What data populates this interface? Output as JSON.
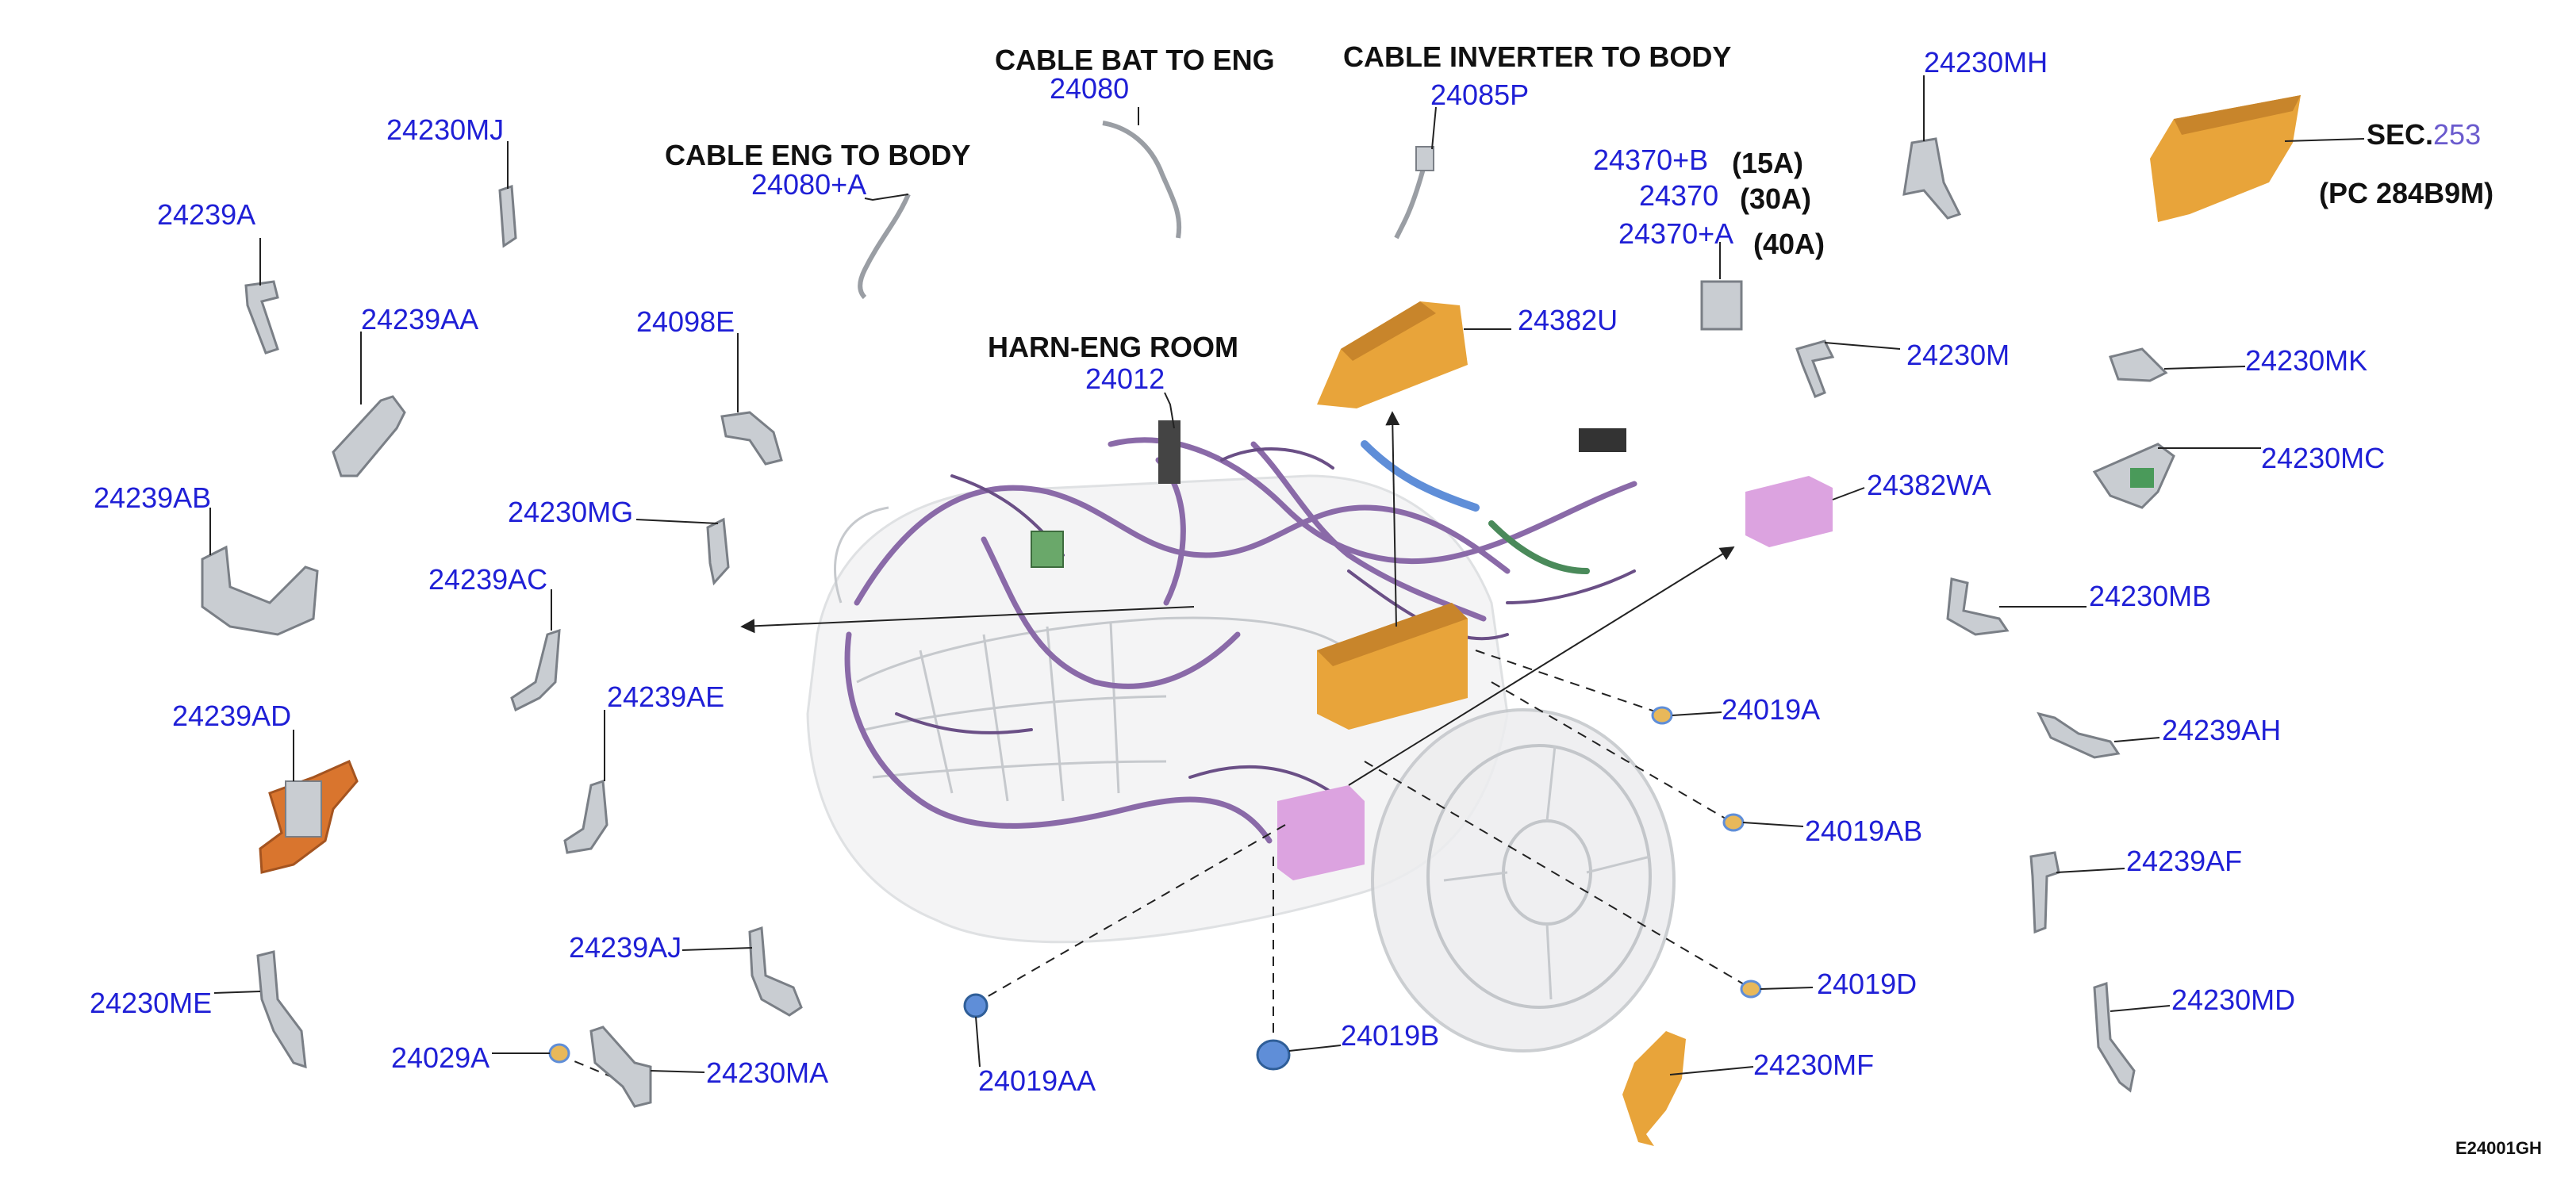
{
  "captions": {
    "cable_bat_to_eng": "CABLE BAT TO ENG",
    "cable_inverter_to_body": "CABLE INVERTER TO BODY",
    "cable_eng_to_body": "CABLE ENG TO BODY",
    "harn_eng_room": "HARN-ENG ROOM",
    "sec_prefix": "SEC.",
    "sec_number": "253",
    "pc_ref": "(PC 284B9M)",
    "fuse_15a": "(15A)",
    "fuse_30a": "(30A)",
    "fuse_40a": "(40A)",
    "diagram_code": "E24001GH"
  },
  "parts": {
    "p24080": "24080",
    "p24085P": "24085P",
    "p24080A": "24080+A",
    "p24012": "24012",
    "p24230MH": "24230MH",
    "p24370B": "24370+B",
    "p24370": "24370",
    "p24370A": "24370+A",
    "p24230MJ": "24230MJ",
    "p24239A": "24239A",
    "p24239AA": "24239AA",
    "p24098E": "24098E",
    "p24382U": "24382U",
    "p24230M": "24230M",
    "p24230MK": "24230MK",
    "p24230MC": "24230MC",
    "p24239AB": "24239AB",
    "p24230MG": "24230MG",
    "p24382WA": "24382WA",
    "p24239AC": "24239AC",
    "p24230MB": "24230MB",
    "p24239AD": "24239AD",
    "p24239AE": "24239AE",
    "p24019A": "24019A",
    "p24239AH": "24239AH",
    "p24019AB": "24019AB",
    "p24239AF": "24239AF",
    "p24239AJ": "24239AJ",
    "p24019D": "24019D",
    "p24230MD": "24230MD",
    "p24230ME": "24230ME",
    "p24019B": "24019B",
    "p24029A": "24029A",
    "p24230MA": "24230MA",
    "p24019AA": "24019AA",
    "p24230MF": "24230MF"
  },
  "colors": {
    "part_number": "#1f1fd6",
    "sec_number": "#6a5acd",
    "caption": "#111111",
    "bracket": "#c9cdd2",
    "orange_part": "#e8a43a",
    "pink_part": "#dca3e0",
    "harness": "#8a6aa8"
  }
}
